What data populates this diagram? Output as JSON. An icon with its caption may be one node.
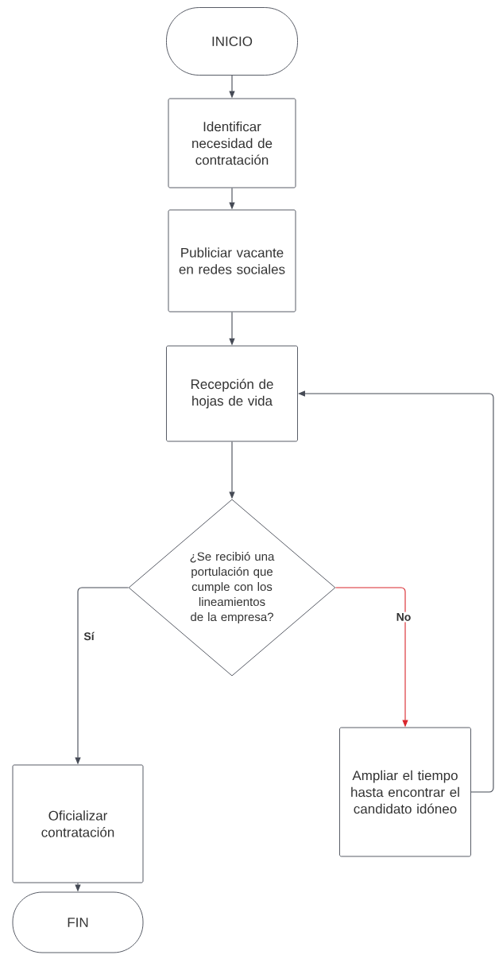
{
  "diagram": {
    "nodes": [
      {
        "text": [
          "INICIO"
        ]
      },
      {
        "text": [
          "Identificar necesidad de contratación"
        ]
      },
      {
        "text": [
          "Publiciar vacante en redes sociales"
        ]
      },
      {
        "text": [
          "Recepción de hojas de vida"
        ]
      },
      {
        "text": [
          "¿Se recibió una portulación que cumple con los lineamientos de la empresa?"
        ]
      },
      {
        "text": [
          "Oficializar contratación"
        ]
      },
      {
        "text": [
          "Ampliar el tiempo hasta encontrar el candidato idóneo"
        ]
      },
      {
        "text": [
          "FIN"
        ]
      }
    ],
    "edges": [
      {
        "from": 0,
        "to": 1,
        "arrow": "to"
      },
      {
        "from": 1,
        "to": 2,
        "arrow": "to"
      },
      {
        "from": 2,
        "to": 3,
        "arrow": "to"
      },
      {
        "from": 3,
        "to": 4,
        "arrow": "to"
      },
      {
        "from": 4,
        "to": 5,
        "arrow": "to",
        "label": "Sí"
      },
      {
        "from": 4,
        "to": 6,
        "arrow": "to",
        "label": "No",
        "color": "#d9262c"
      },
      {
        "from": 6,
        "to": 3,
        "arrow": "to"
      },
      {
        "from": 5,
        "to": 7,
        "arrow": "to"
      }
    ]
  }
}
